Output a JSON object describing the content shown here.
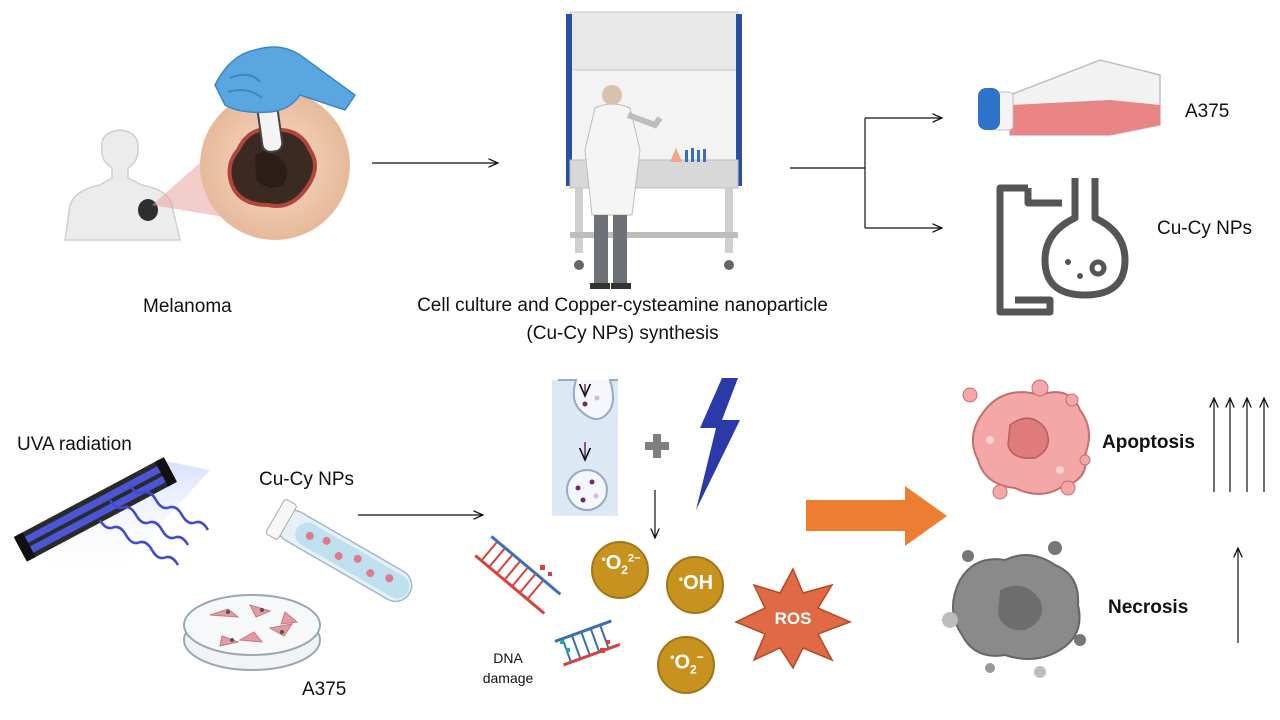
{
  "labels": {
    "melanoma": "Melanoma",
    "synthesis_line1": "Cell culture and Copper-cysteamine nanoparticle",
    "synthesis_line2": "(Cu-Cy NPs)  synthesis",
    "a375_top": "A375",
    "cucy_top": "Cu-Cy NPs",
    "uva": "UVA radiation",
    "cucy_bottom": "Cu-Cy NPs",
    "a375_bottom": "A375",
    "dna_line1": "DNA",
    "dna_line2": "damage",
    "apoptosis": "Apoptosis",
    "necrosis": "Necrosis"
  },
  "ros": {
    "superoxide_2": "O",
    "superoxide_2_sub": "2",
    "superoxide_2_sup": "2−",
    "hydroxyl": "OH",
    "superoxide": "O",
    "superoxide_sub": "2",
    "superoxide_sup": "−",
    "burst": "ROS",
    "radical_dot": "•"
  },
  "colors": {
    "skin": "#f1dcc9",
    "glove": "#5aa6e0",
    "tumor": "#3b2a22",
    "flask_cap": "#2f73c9",
    "flask_media": "#e98585",
    "dish_cells": "#e39aa0",
    "nps": "#e07a8a",
    "ros_ball": "#c8921f",
    "ros_burst": "#e06a45",
    "lightning": "#2b3aa8",
    "orange_arrow": "#ed7d31",
    "apoptosis_cell": "#f4a7a7",
    "apoptosis_nucleus": "#e07b7b",
    "necrosis_cell": "#8a8a8a",
    "dna_blue": "#3a6fb5",
    "dna_red": "#d9423b"
  },
  "icons": [
    "patient-icon",
    "tumor-zoom-icon",
    "biosafety-cabinet-icon",
    "culture-flask-icon",
    "synthesis-flask-icon",
    "uva-lamp-icon",
    "uv-waves-icon",
    "test-tube-icon",
    "petri-dish-icon",
    "endocytosis-icon",
    "plus-icon",
    "lightning-icon",
    "dna-icon",
    "ros-burst-icon",
    "apoptotic-cell-icon",
    "necrotic-cell-icon"
  ]
}
